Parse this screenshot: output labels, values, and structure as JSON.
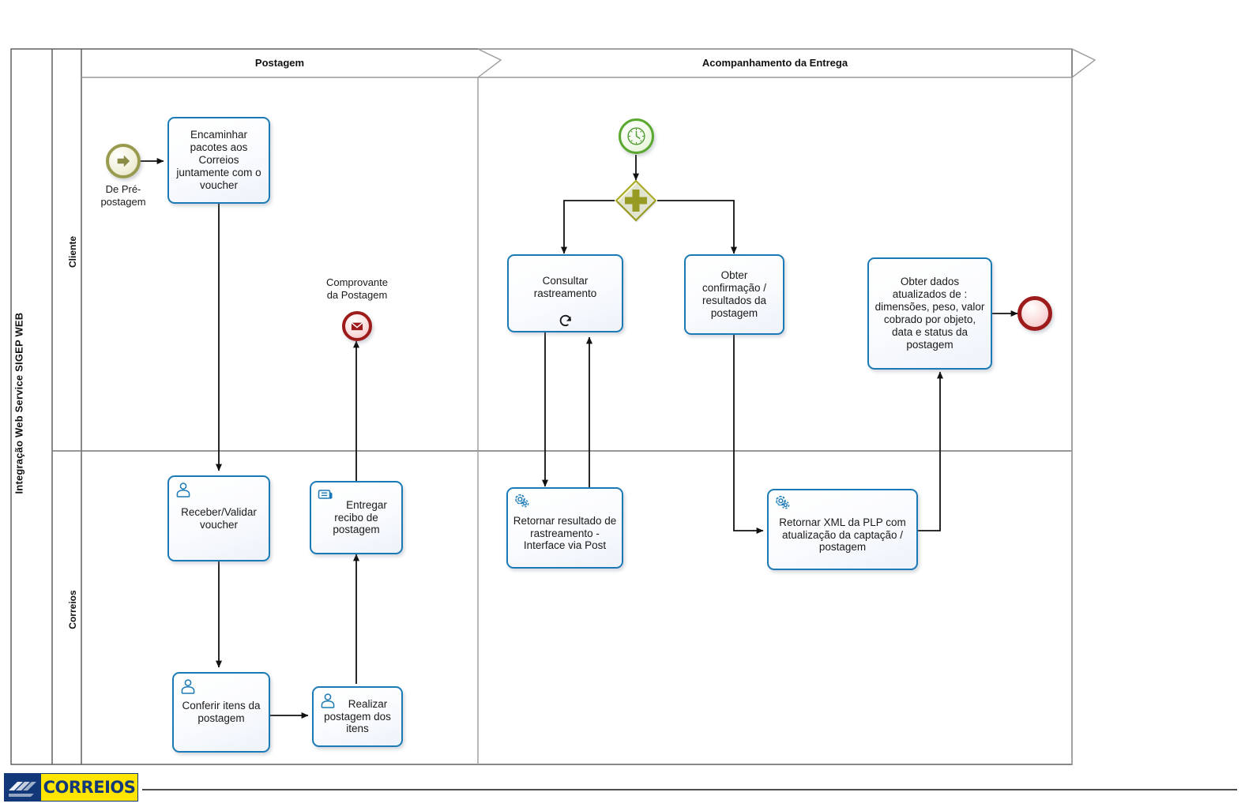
{
  "pool": {
    "label": "Integração Web Service SIGEP WEB"
  },
  "lanes": [
    {
      "id": "cliente",
      "label": "Cliente"
    },
    {
      "id": "correios",
      "label": "Correios"
    }
  ],
  "phases": [
    {
      "id": "postagem",
      "title": "Postagem"
    },
    {
      "id": "acompanhamento",
      "title": "Acompanhamento da Entrega"
    }
  ],
  "events": [
    {
      "id": "start-pre-postagem",
      "type": "start-link",
      "label": "De Pré-\npostagem",
      "icon": "arrow-right-icon"
    },
    {
      "id": "timer-start",
      "type": "timer-start",
      "label": "",
      "icon": "clock-icon"
    },
    {
      "id": "msg-end-comprovante",
      "type": "message-end",
      "label": "Comprovante\nda Postagem",
      "icon": "envelope-icon"
    },
    {
      "id": "end-event",
      "type": "end",
      "label": "",
      "icon": "circle-icon"
    }
  ],
  "gateways": [
    {
      "id": "parallel-gateway",
      "type": "parallel",
      "icon": "plus-icon"
    }
  ],
  "tasks": [
    {
      "id": "encaminhar-pacotes",
      "label": "Encaminhar pacotes aos Correios juntamente com o voucher",
      "icon": "none",
      "lane": "cliente"
    },
    {
      "id": "consultar-rastreamento",
      "label": "Consultar rastreamento",
      "icon": "none",
      "marker": "loop-icon",
      "lane": "cliente"
    },
    {
      "id": "obter-confirmacao",
      "label": "Obter confirmação / resultados da postagem",
      "icon": "none",
      "lane": "cliente"
    },
    {
      "id": "obter-dados-atualizados",
      "label": "Obter dados atualizados de : dimensões, peso, valor cobrado por objeto, data  e status da postagem",
      "icon": "none",
      "lane": "cliente"
    },
    {
      "id": "receber-validar-voucher",
      "label": "Receber/Validar voucher",
      "icon": "user-task-icon",
      "lane": "correios"
    },
    {
      "id": "entregar-recibo",
      "label": "Entregar recibo de postagem",
      "icon": "manual-task-icon",
      "lane": "correios"
    },
    {
      "id": "conferir-itens",
      "label": "Conferir itens da postagem",
      "icon": "user-task-icon",
      "lane": "correios"
    },
    {
      "id": "realizar-postagem",
      "label": "Realizar postagem dos itens",
      "icon": "user-task-icon",
      "lane": "correios"
    },
    {
      "id": "retornar-resultado-rastreamento",
      "label": "Retornar resultado de rastreamento - Interface via Post",
      "icon": "service-task-icon",
      "lane": "correios"
    },
    {
      "id": "retornar-xml-plp",
      "label": "Retornar XML da PLP com atualização da captação / postagem",
      "icon": "service-task-icon",
      "lane": "correios"
    }
  ],
  "logo": {
    "text": "CORREIOS",
    "mark": "correios-arrows-icon"
  },
  "colors": {
    "task_border": "#1b7ab5",
    "start_event": "#9a9a4e",
    "timer_event": "#5aa832",
    "end_event": "#9d1b1b",
    "gateway": "#a8aa26",
    "frame": "#555555",
    "logo_blue": "#12387a",
    "logo_yellow": "#ffe500"
  }
}
